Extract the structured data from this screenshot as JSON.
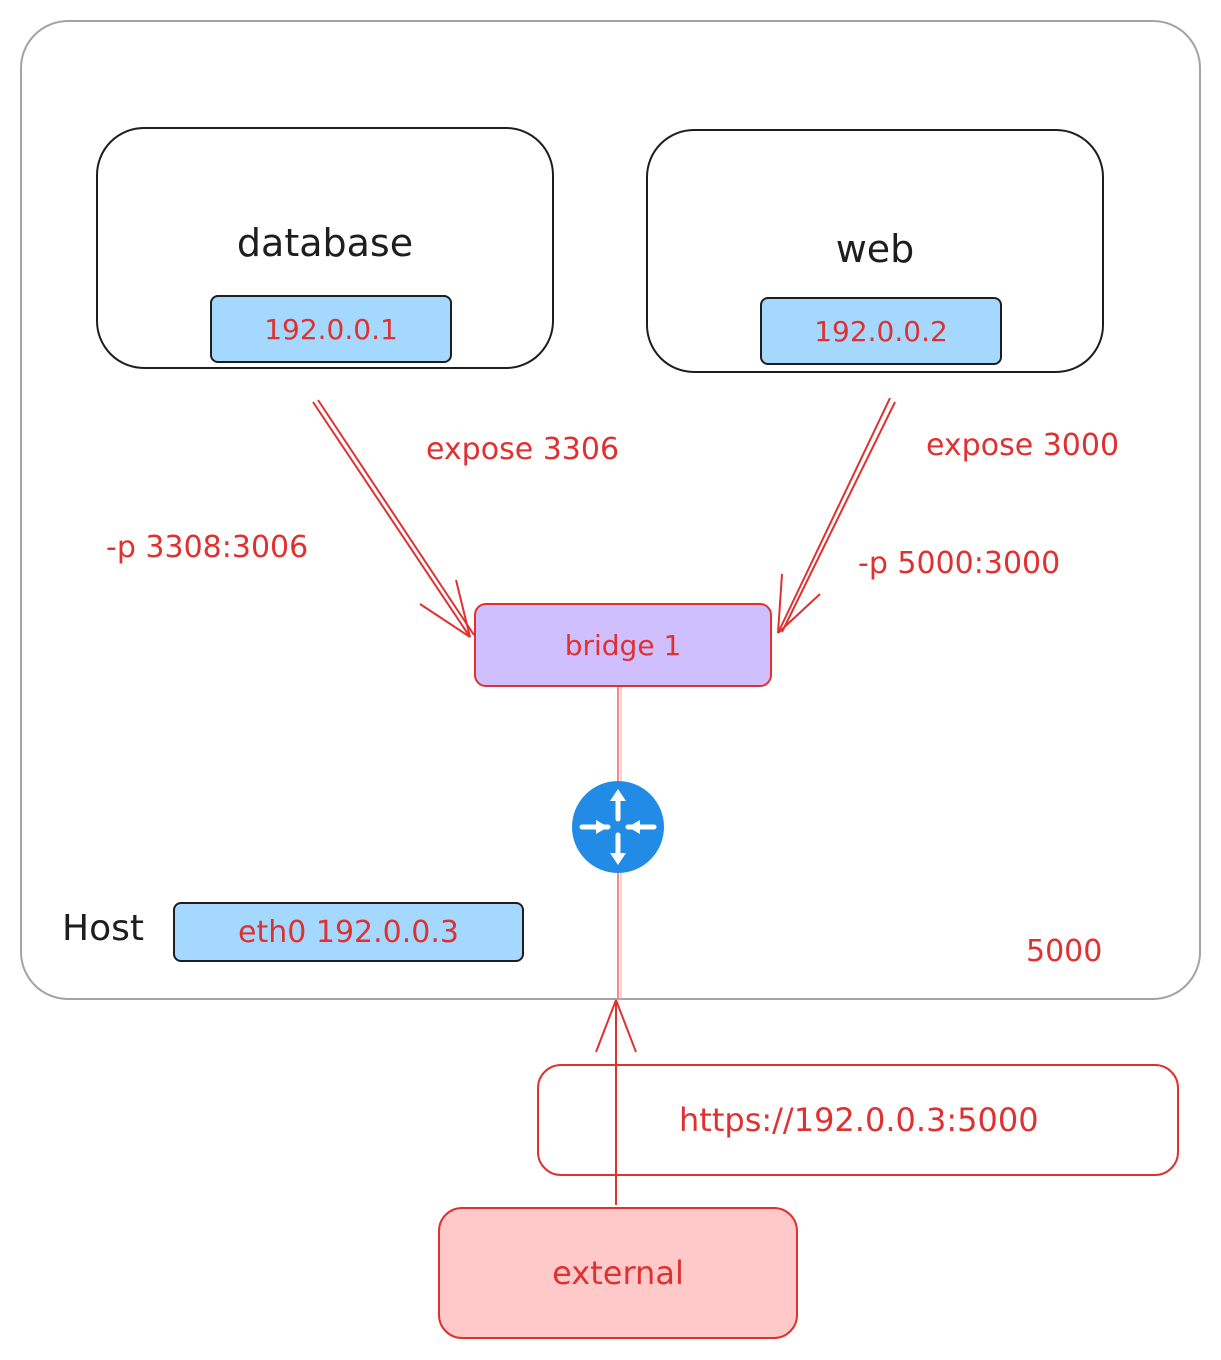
{
  "host": {
    "label": "Host",
    "interface": "eth0 192.0.0.3",
    "port": "5000"
  },
  "containers": [
    {
      "name": "database",
      "ip": "192.0.0.1",
      "expose": "expose 3306",
      "publish": "-p 3308:3006"
    },
    {
      "name": "web",
      "ip": "192.0.0.2",
      "expose": "expose 3000",
      "publish": "-p 5000:3000"
    }
  ],
  "bridge": {
    "label": "bridge 1"
  },
  "router": {
    "icon": "router-icon",
    "color": "#228be6"
  },
  "request": {
    "url": "https://192.0.0.3:5000"
  },
  "external": {
    "label": "external"
  },
  "colors": {
    "red": "#e03131",
    "blue_fill": "#a5d8ff",
    "bridge_fill": "#d0bfff",
    "external_fill": "#ffc9c9"
  }
}
